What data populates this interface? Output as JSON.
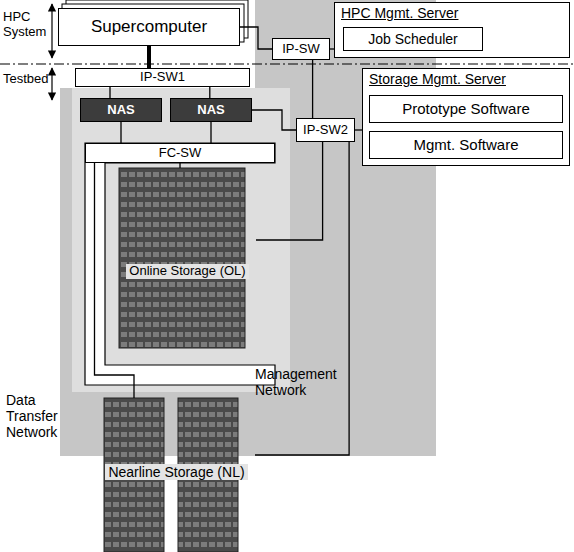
{
  "diagram": {
    "nodes": [
      {
        "text": [
          "Supercomputer"
        ]
      },
      {
        "text": [
          "HPC Mgmt. Server"
        ]
      },
      {
        "text": [
          "Job Scheduler"
        ],
        "in": 1
      },
      {
        "text": [
          "IP-SW"
        ]
      },
      {
        "text": [
          "IP-SW1"
        ]
      },
      {
        "text": [
          "NAS"
        ]
      },
      {
        "text": [
          "NAS"
        ]
      },
      {
        "text": [
          "IP-SW2"
        ]
      },
      {
        "text": [
          "Storage Mgmt. Server"
        ]
      },
      {
        "text": [
          "Prototype Software"
        ],
        "in": 8
      },
      {
        "text": [
          "Mgmt. Software"
        ],
        "in": 8
      },
      {
        "text": [
          "FC-SW"
        ]
      },
      {
        "text": [
          "Online Storage (OL)"
        ]
      },
      {
        "text": [
          "Nearline Storage (NL)"
        ]
      }
    ],
    "edges": [
      {
        "from": 0,
        "to": 3,
        "arrow": "none"
      },
      {
        "from": 3,
        "to": 1,
        "arrow": "none"
      },
      {
        "from": 3,
        "to": 7,
        "arrow": "none"
      },
      {
        "from": 0,
        "to": 4,
        "arrow": "none"
      },
      {
        "from": 4,
        "to": 5,
        "arrow": "none"
      },
      {
        "from": 4,
        "to": 6,
        "arrow": "none"
      },
      {
        "from": 6,
        "to": 7,
        "arrow": "none"
      },
      {
        "from": 7,
        "to": 8,
        "arrow": "none"
      },
      {
        "from": 7,
        "to": 12,
        "arrow": "none"
      },
      {
        "from": 7,
        "to": 13,
        "arrow": "none"
      },
      {
        "from": 5,
        "to": 11,
        "arrow": "none"
      },
      {
        "from": 6,
        "to": 11,
        "arrow": "none"
      },
      {
        "from": 11,
        "to": 12,
        "arrow": "none"
      },
      {
        "from": 11,
        "to": 13,
        "arrow": "none"
      }
    ],
    "labels": [
      "HPC System",
      "Testbed",
      "Management Network",
      "Data Transfer Network"
    ]
  }
}
